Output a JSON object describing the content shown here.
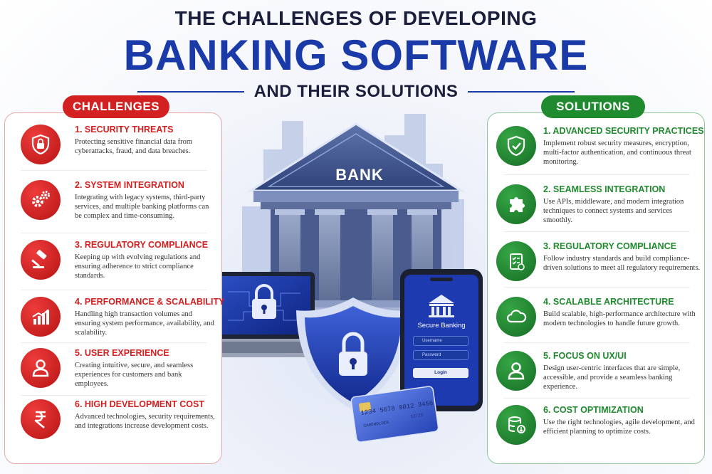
{
  "header": {
    "top_line": "THE CHALLENGES OF DEVELOPING",
    "main_line": "BANKING SOFTWARE",
    "sub_line": "AND THEIR SOLUTIONS"
  },
  "colors": {
    "challenge_red": "#d32020",
    "solution_green": "#1f8a2e",
    "title_blue": "#1a3aa8"
  },
  "challenges": {
    "label": "CHALLENGES",
    "items": [
      {
        "icon": "shield-lock-icon",
        "title": "1. SECURITY THREATS",
        "desc": "Protecting sensitive financial data from cyberattacks, fraud, and data breaches."
      },
      {
        "icon": "gears-icon",
        "title": "2. SYSTEM INTEGRATION",
        "desc": "Integrating with legacy systems, third-party services, and multiple banking platforms can be complex and time-consuming."
      },
      {
        "icon": "gavel-icon",
        "title": "3. REGULATORY COMPLIANCE",
        "desc": "Keeping up with evolving regulations and ensuring adherence to strict compliance standards."
      },
      {
        "icon": "growth-chart-icon",
        "title": "4. PERFORMANCE & SCALABILITY",
        "desc": "Handling high transaction volumes and ensuring system performance, availability, and scalability."
      },
      {
        "icon": "user-icon",
        "title": "5. USER EXPERIENCE",
        "desc": "Creating intuitive, secure, and seamless experiences for customers and bank employees."
      },
      {
        "icon": "rupee-icon",
        "title": "6. HIGH DEVELOPMENT COST",
        "desc": "Advanced technologies, security requirements, and integrations increase development costs."
      }
    ]
  },
  "solutions": {
    "label": "SOLUTIONS",
    "items": [
      {
        "icon": "shield-check-icon",
        "title": "1. ADVANCED SECURITY PRACTICES",
        "desc": "Implement robust security measures, encryption, multi-factor authentication, and continuous threat monitoring."
      },
      {
        "icon": "puzzle-icon",
        "title": "2. SEAMLESS INTEGRATION",
        "desc": "Use APIs, middleware, and modern integration techniques to connect systems and services smoothly."
      },
      {
        "icon": "checklist-icon",
        "title": "3. REGULATORY COMPLIANCE",
        "desc": "Follow industry standards and build compliance-driven solutions to meet all regulatory requirements."
      },
      {
        "icon": "cloud-icon",
        "title": "4. SCALABLE ARCHITECTURE",
        "desc": "Build scalable, high-performance architecture with modern technologies to handle future growth."
      },
      {
        "icon": "user-icon",
        "title": "5. FOCUS ON UX/UI",
        "desc": "Design user-centric interfaces that are simple, accessible, and provide a seamless banking experience."
      },
      {
        "icon": "database-icon",
        "title": "6. COST OPTIMIZATION",
        "desc": "Use the right technologies, agile development, and efficient planning to optimize costs."
      }
    ]
  },
  "illustration": {
    "bank_sign": "BANK",
    "phone_title": "Secure Banking",
    "phone_username": "Username",
    "phone_password": "Password",
    "phone_login": "Login",
    "card_number": "1234 5678 9012 3456",
    "card_holder": "CARDHOLDER",
    "card_expiry": "12/25"
  }
}
